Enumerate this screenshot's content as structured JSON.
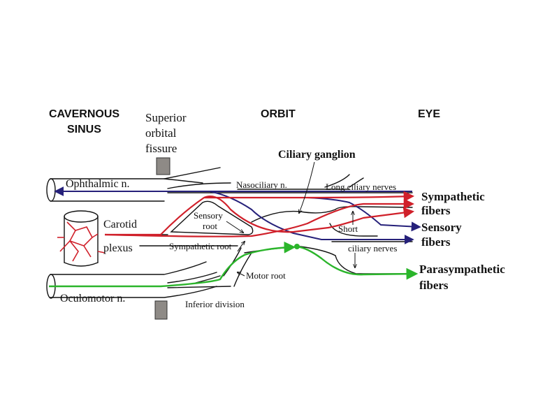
{
  "headers": {
    "cavernous_sinus_line1": "CAVERNOUS",
    "cavernous_sinus_line2": "SINUS",
    "superior_orbital_fissure_line1": "Superior",
    "superior_orbital_fissure_line2": "orbital",
    "superior_orbital_fissure_line3": "fissure",
    "orbit": "ORBIT",
    "eye": "EYE"
  },
  "labels": {
    "ciliary_ganglion": "Ciliary ganglion",
    "ophthalmic_n": "Ophthalmic n.",
    "nasociliary_n": "Nasociliary n.",
    "long_ciliary_nerves": "Long ciliary nerves",
    "carotid": "Carotid",
    "plexus": "plexus",
    "sensory_root_line1": "Sensory",
    "sensory_root_line2": "root",
    "sympathetic_root": "Sympathetic root",
    "short": "Short",
    "ciliary_nerves": "ciliary nerves",
    "motor_root": "Motor root",
    "oculomotor_n": "Oculomotor n.",
    "inferior_division": "Inferior division"
  },
  "legend": {
    "sympathetic_line1": "Sympathetic",
    "sympathetic_line2": "fibers",
    "sensory_line1": "Sensory",
    "sensory_line2": "fibers",
    "parasympathetic_line1": "Parasympathetic",
    "parasympathetic_line2": "fibers"
  },
  "colors": {
    "sympathetic": "#d0202a",
    "sensory": "#26217a",
    "parasympathetic": "#2bb52b",
    "outline": "#111111",
    "fissure_bone": "#8e8a86"
  }
}
